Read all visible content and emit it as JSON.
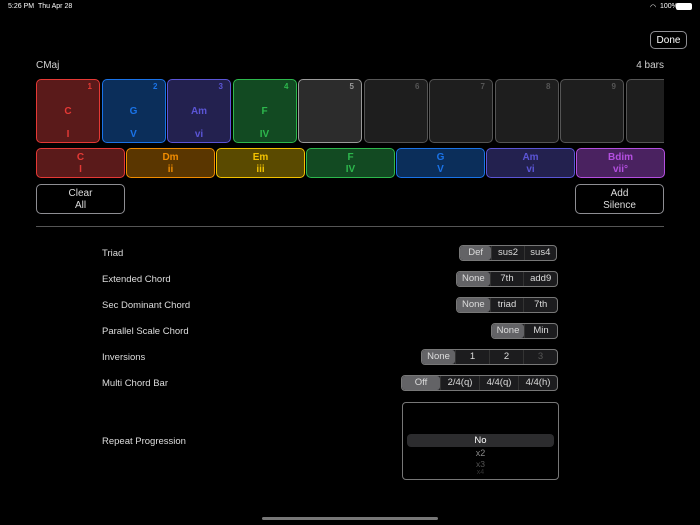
{
  "status_bar": {
    "time": "5:26 PM",
    "date": "Thu Apr 28",
    "battery": "100%"
  },
  "header": {
    "done_label": "Done",
    "key": "CMaj",
    "bar_count": "4 bars"
  },
  "bars": [
    {
      "num": "1",
      "chord": "C",
      "roman": "I",
      "color": "#e53935",
      "bg": "#5a1a1a"
    },
    {
      "num": "2",
      "chord": "G",
      "roman": "V",
      "color": "#1a73e8",
      "bg": "#0b2e5a"
    },
    {
      "num": "3",
      "chord": "Am",
      "roman": "vi",
      "color": "#5b55d6",
      "bg": "#23214f"
    },
    {
      "num": "4",
      "chord": "F",
      "roman": "IV",
      "color": "#2db84d",
      "bg": "#124a22"
    },
    {
      "num": "5",
      "chord": "",
      "roman": "",
      "color": "#9a9a9a",
      "bg": "#2c2c2c"
    },
    {
      "num": "6",
      "chord": "",
      "roman": "",
      "color": "#555555",
      "bg": "#1e1e1e"
    },
    {
      "num": "7",
      "chord": "",
      "roman": "",
      "color": "#555555",
      "bg": "#1e1e1e"
    },
    {
      "num": "8",
      "chord": "",
      "roman": "",
      "color": "#555555",
      "bg": "#1e1e1e"
    },
    {
      "num": "9",
      "chord": "",
      "roman": "",
      "color": "#555555",
      "bg": "#1e1e1e"
    },
    {
      "num": "",
      "chord": "",
      "roman": "",
      "color": "#555555",
      "bg": "#1e1e1e"
    }
  ],
  "palette": [
    {
      "chord": "C",
      "roman": "I",
      "color": "#e53935",
      "bg": "#5a1a1a"
    },
    {
      "chord": "Dm",
      "roman": "ii",
      "color": "#f08c00",
      "bg": "#5a3600"
    },
    {
      "chord": "Em",
      "roman": "iii",
      "color": "#f2c200",
      "bg": "#5a4a00"
    },
    {
      "chord": "F",
      "roman": "IV",
      "color": "#2db84d",
      "bg": "#124a22"
    },
    {
      "chord": "G",
      "roman": "V",
      "color": "#1a73e8",
      "bg": "#0b2e5a"
    },
    {
      "chord": "Am",
      "roman": "vi",
      "color": "#5b55d6",
      "bg": "#23214f"
    },
    {
      "chord": "Bdim",
      "roman": "vii°",
      "color": "#b44fe0",
      "bg": "#4a2260"
    }
  ],
  "buttons": {
    "clear_line1": "Clear",
    "clear_line2": "All",
    "silence_line1": "Add",
    "silence_line2": "Silence"
  },
  "options": [
    {
      "label": "Triad",
      "segments": [
        "Def",
        "sus2",
        "sus4"
      ],
      "selected": 0
    },
    {
      "label": "Extended Chord",
      "segments": [
        "None",
        "7th",
        "add9"
      ],
      "selected": 0
    },
    {
      "label": "Sec Dominant Chord",
      "segments": [
        "None",
        "triad",
        "7th"
      ],
      "selected": 0
    },
    {
      "label": "Parallel Scale Chord",
      "segments": [
        "None",
        "Min"
      ],
      "selected": 0
    },
    {
      "label": "Inversions",
      "segments": [
        "None",
        "1",
        "2",
        "3"
      ],
      "selected": 0,
      "disabled": [
        3
      ]
    },
    {
      "label": "Multi Chord Bar",
      "segments": [
        "Off",
        "2/4(q)",
        "4/4(q)",
        "4/4(h)"
      ],
      "selected": 0
    }
  ],
  "repeat": {
    "label": "Repeat Progression",
    "options": [
      "No",
      "x2",
      "x3",
      "x4"
    ],
    "selected": "No"
  }
}
